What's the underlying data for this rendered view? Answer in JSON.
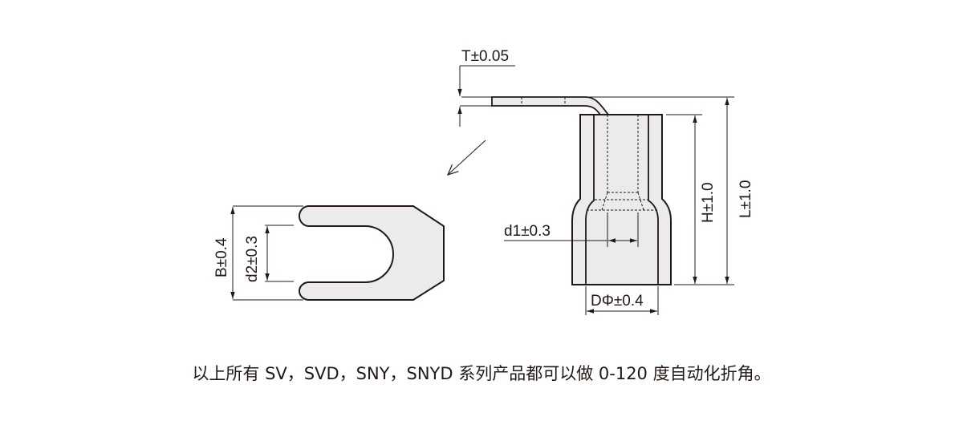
{
  "labels": {
    "thickness": "T±0.05",
    "height": "H±1.0",
    "length": "L±1.0",
    "inner_diameter": "d1±0.3",
    "outer_diameter": "DΦ±0.4",
    "width": "B±0.4",
    "slot_width": "d2±0.3"
  },
  "caption": "以上所有 SV，SVD，SNY，SNYD 系列产品都可以做 0-120 度自动化折角。",
  "colors": {
    "line": "#231815",
    "fill": "#ebebeb"
  }
}
